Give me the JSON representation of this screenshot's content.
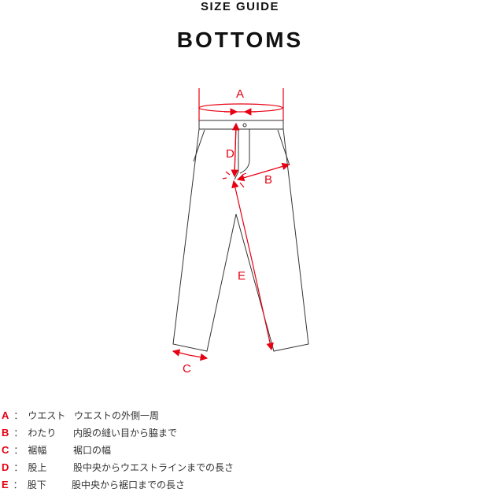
{
  "header": {
    "subtitle": "SIZE GUIDE",
    "title": "BOTTOMS"
  },
  "diagram": {
    "labels": {
      "A": "A",
      "B": "B",
      "C": "C",
      "D": "D",
      "E": "E"
    },
    "accent_color": "#e60012",
    "line_color": "#333333"
  },
  "legend": [
    {
      "key": "A",
      "sep": "：",
      "term": "ウエスト",
      "desc": "ウエストの外側一周"
    },
    {
      "key": "B",
      "sep": "：",
      "term": "わたり",
      "desc": "内股の縫い目から脇まで"
    },
    {
      "key": "C",
      "sep": "：",
      "term": "裾幅",
      "desc": "裾口の幅"
    },
    {
      "key": "D",
      "sep": "：",
      "term": "股上",
      "desc": "股中央からウエストラインまでの長さ"
    },
    {
      "key": "E",
      "sep": "：",
      "term": "股下",
      "desc": "股中央から裾口までの長さ"
    }
  ]
}
